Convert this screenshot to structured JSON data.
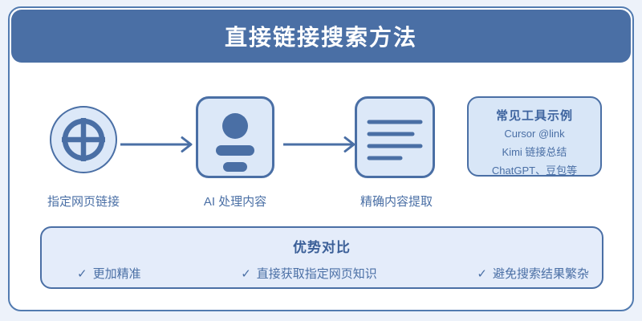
{
  "colors": {
    "accent_blue": "#4a6fa5",
    "page_background": "#edf2fa",
    "card_background": "#ffffff",
    "card_border": "#527bb0",
    "icon_fill": "#dce8f8",
    "tools_box_fill": "#d8e6f7",
    "advantages_box_fill": "#e4ecfa",
    "header_text": "#ffffff"
  },
  "header": {
    "title": "直接链接搜索方法"
  },
  "flow": {
    "steps": [
      {
        "icon": "globe-crosshair-icon",
        "label": "指定网页链接"
      },
      {
        "icon": "ai-profile-icon",
        "label": "AI 处理内容"
      },
      {
        "icon": "document-lines-icon",
        "label": "精确内容提取"
      }
    ],
    "arrow_icon": "right-arrow-icon"
  },
  "tools_box": {
    "title": "常见工具示例",
    "items": [
      "Cursor @link",
      "Kimi 链接总结",
      "ChatGPT、豆包等"
    ]
  },
  "advantages_box": {
    "title": "优势对比",
    "check_glyph": "✓",
    "items": [
      "更加精准",
      "直接获取指定网页知识",
      "避免搜索结果繁杂"
    ]
  }
}
